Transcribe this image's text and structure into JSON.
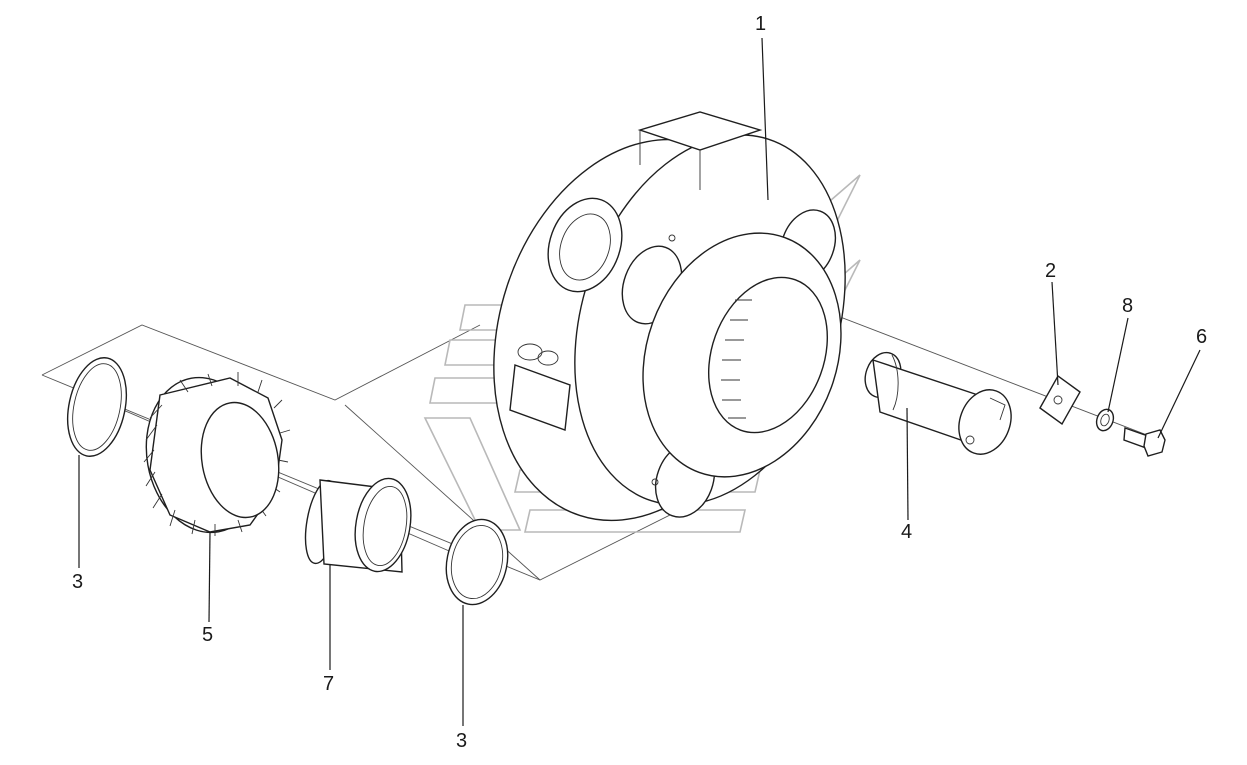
{
  "callouts": {
    "c1": "1",
    "c2": "2",
    "c3a": "3",
    "c3b": "3",
    "c4": "4",
    "c5": "5",
    "c6": "6",
    "c7": "7",
    "c8": "8"
  },
  "colors": {
    "line": "#1a1a1a",
    "watermark": "#b9b9b9",
    "background": "#ffffff"
  }
}
